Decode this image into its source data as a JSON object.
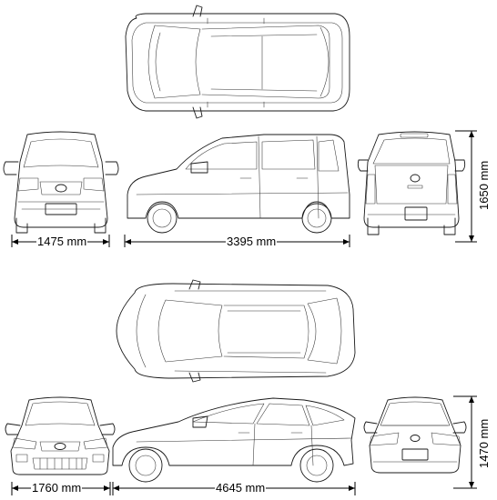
{
  "car1": {
    "width_label": "1475 mm",
    "length_label": "3395 mm",
    "height_label": "1650 mm"
  },
  "car2": {
    "width_label": "1760 mm",
    "length_label": "4645 mm",
    "height_label": "1470 mm"
  }
}
